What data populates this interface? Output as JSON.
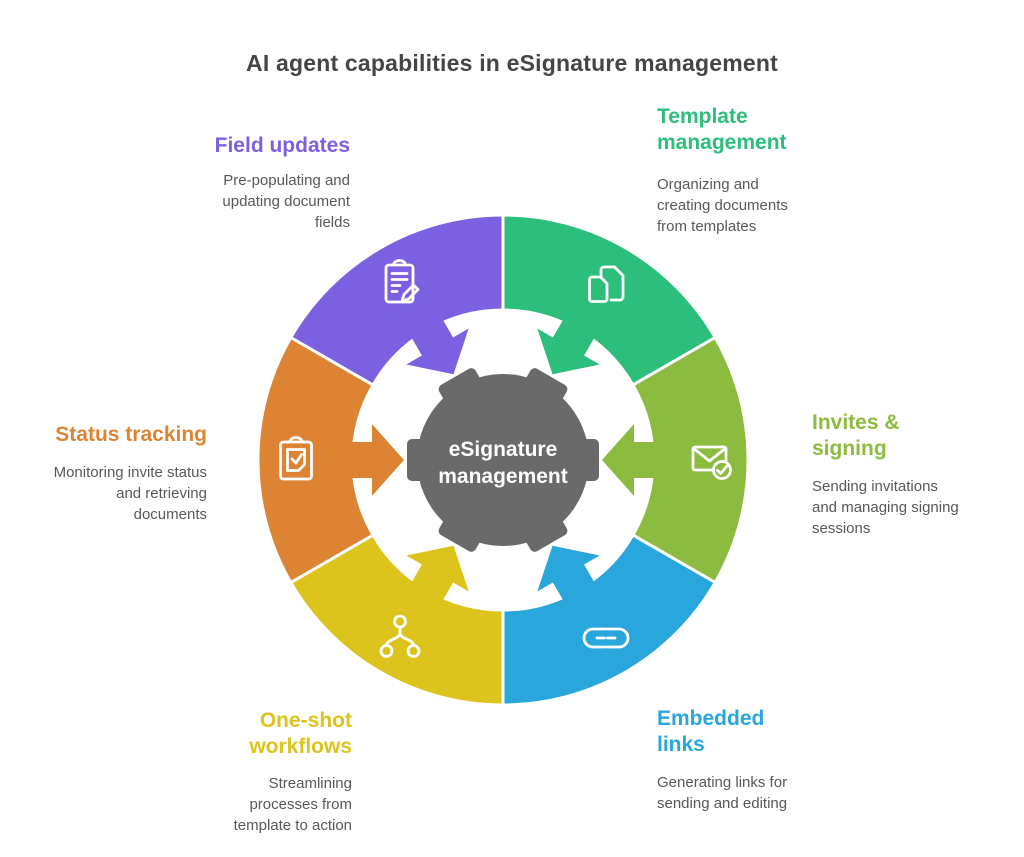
{
  "title": "AI agent capabilities in eSignature management",
  "center": {
    "line1": "eSignature",
    "line2": "management"
  },
  "colors": {
    "background": "#ffffff",
    "title_text": "#454545",
    "body_text": "#56585b",
    "center_circle": "#6b6a6a",
    "center_text": "#ffffff",
    "icon_stroke": "#ffffff"
  },
  "segments": [
    {
      "id": "template-management",
      "heading": "Template management",
      "description": "Organizing and creating documents from templates",
      "color": "#2cbe7b",
      "icon": "documents-icon",
      "position": "top-right"
    },
    {
      "id": "invites-signing",
      "heading": "Invites & signing",
      "description": "Sending invitations and managing signing sessions",
      "color": "#8cbc3f",
      "icon": "envelope-check-icon",
      "position": "right"
    },
    {
      "id": "embedded-links",
      "heading": "Embedded links",
      "description": "Generating links for sending and editing",
      "color": "#29a7dc",
      "icon": "link-icon",
      "position": "bottom-right"
    },
    {
      "id": "one-shot-workflows",
      "heading": "One-shot workflows",
      "description": "Streamlining processes from template to action",
      "color": "#dcc41c",
      "icon": "workflow-tree-icon",
      "position": "bottom-left"
    },
    {
      "id": "status-tracking",
      "heading": "Status tracking",
      "description": "Monitoring invite status and retrieving documents",
      "color": "#dd8434",
      "icon": "clipboard-check-icon",
      "position": "left"
    },
    {
      "id": "field-updates",
      "heading": "Field updates",
      "description": "Pre-populating and updating document fields",
      "color": "#7b61e2",
      "icon": "clipboard-pencil-icon",
      "position": "top-left"
    }
  ]
}
